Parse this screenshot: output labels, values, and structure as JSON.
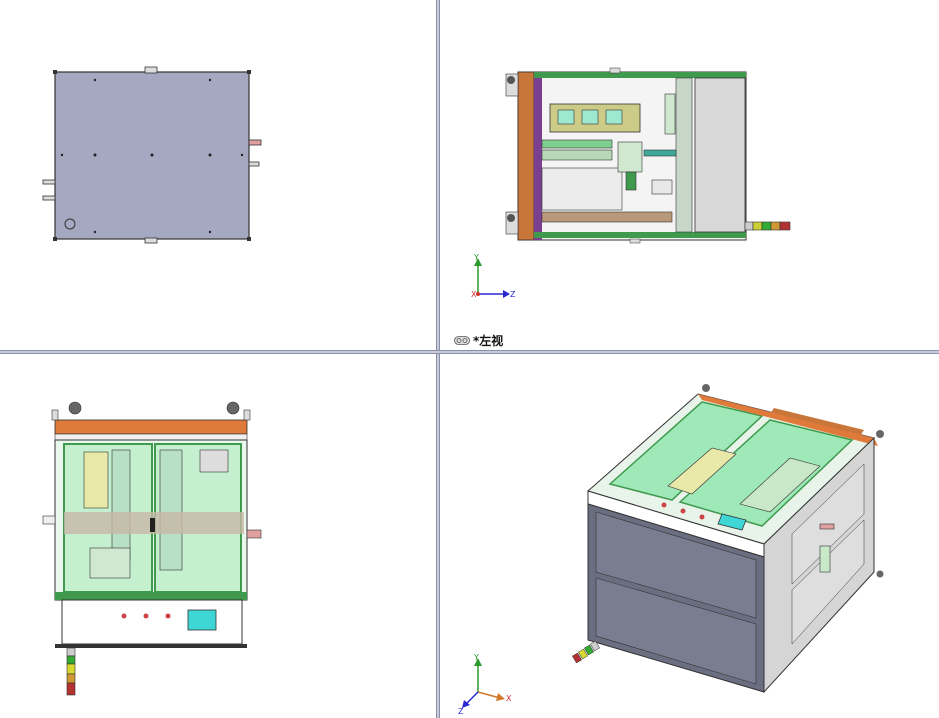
{
  "viewports": {
    "top_left": {
      "name": "top-view"
    },
    "top_right": {
      "name": "left-view",
      "label": "*左视"
    },
    "bottom_left": {
      "name": "front-view"
    },
    "bottom_right": {
      "name": "isometric-view"
    }
  },
  "triad_top_right": {
    "y": "Y",
    "z": "Z",
    "x": "X"
  },
  "triad_bottom_right": {
    "y": "Y",
    "x": "X",
    "z": "Z"
  },
  "colors": {
    "plate": "#a4a8c0",
    "frame_orange": "#e07a3a",
    "frame_green": "#3f9a4e",
    "glass_green": "#9fe8b8",
    "panel_grey": "#6b6e80",
    "light_panel": "#e6e6e6",
    "screen_cyan": "#3fd6d6",
    "axis_y": "#2a9a2a",
    "axis_z": "#2a2ad0",
    "axis_x": "#d03030"
  }
}
